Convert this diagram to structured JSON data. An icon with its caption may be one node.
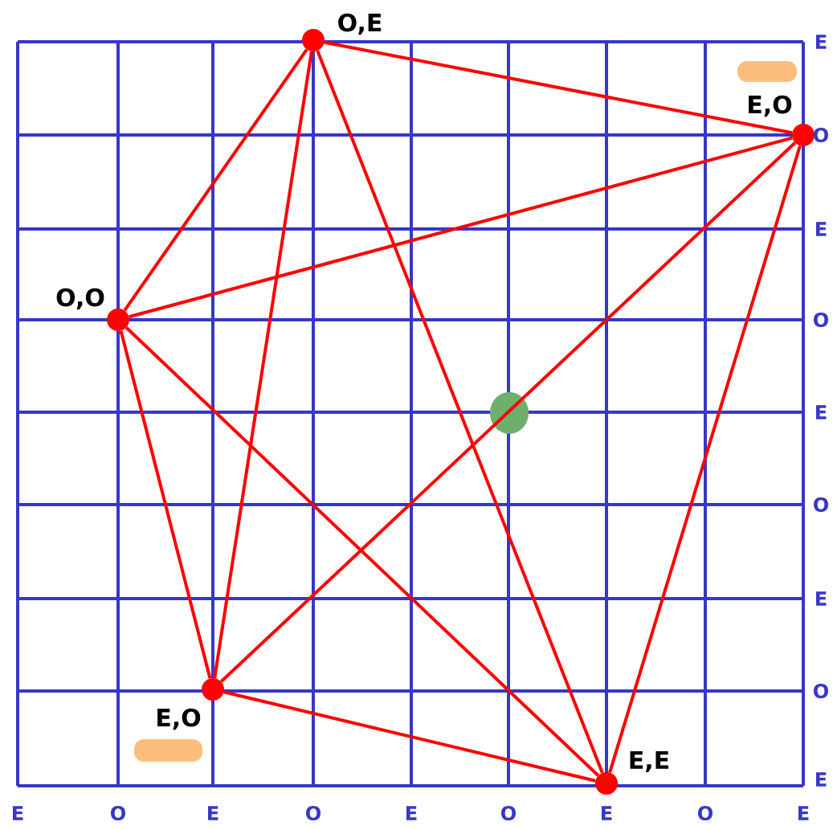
{
  "diagram": {
    "nodes": [
      {
        "text": [],
        "shape": "circle",
        "beside": [
          "O,E"
        ]
      },
      {
        "text": [],
        "shape": "circle",
        "beside": [
          "E,O"
        ]
      },
      {
        "text": [],
        "shape": "circle",
        "beside": [
          "O,O"
        ]
      },
      {
        "text": [],
        "shape": "circle",
        "beside": [
          "E,O"
        ]
      },
      {
        "text": [],
        "shape": "circle",
        "beside": [
          "E,E"
        ]
      }
    ],
    "edges": [
      {
        "from": 0,
        "to": 1,
        "arrow": "none"
      },
      {
        "from": 0,
        "to": 2,
        "arrow": "none"
      },
      {
        "from": 0,
        "to": 3,
        "arrow": "none"
      },
      {
        "from": 0,
        "to": 4,
        "arrow": "none"
      },
      {
        "from": 1,
        "to": 2,
        "arrow": "none"
      },
      {
        "from": 1,
        "to": 3,
        "arrow": "none"
      },
      {
        "from": 1,
        "to": 4,
        "arrow": "none"
      },
      {
        "from": 2,
        "to": 3,
        "arrow": "none"
      },
      {
        "from": 2,
        "to": 4,
        "arrow": "none"
      },
      {
        "from": 3,
        "to": 4,
        "arrow": "none"
      }
    ],
    "labels": [
      "E",
      "O",
      "E",
      "O",
      "E",
      "O",
      "E",
      "O",
      "E",
      "E",
      "O",
      "E",
      "O",
      "E",
      "O",
      "E",
      "O",
      "E"
    ]
  }
}
